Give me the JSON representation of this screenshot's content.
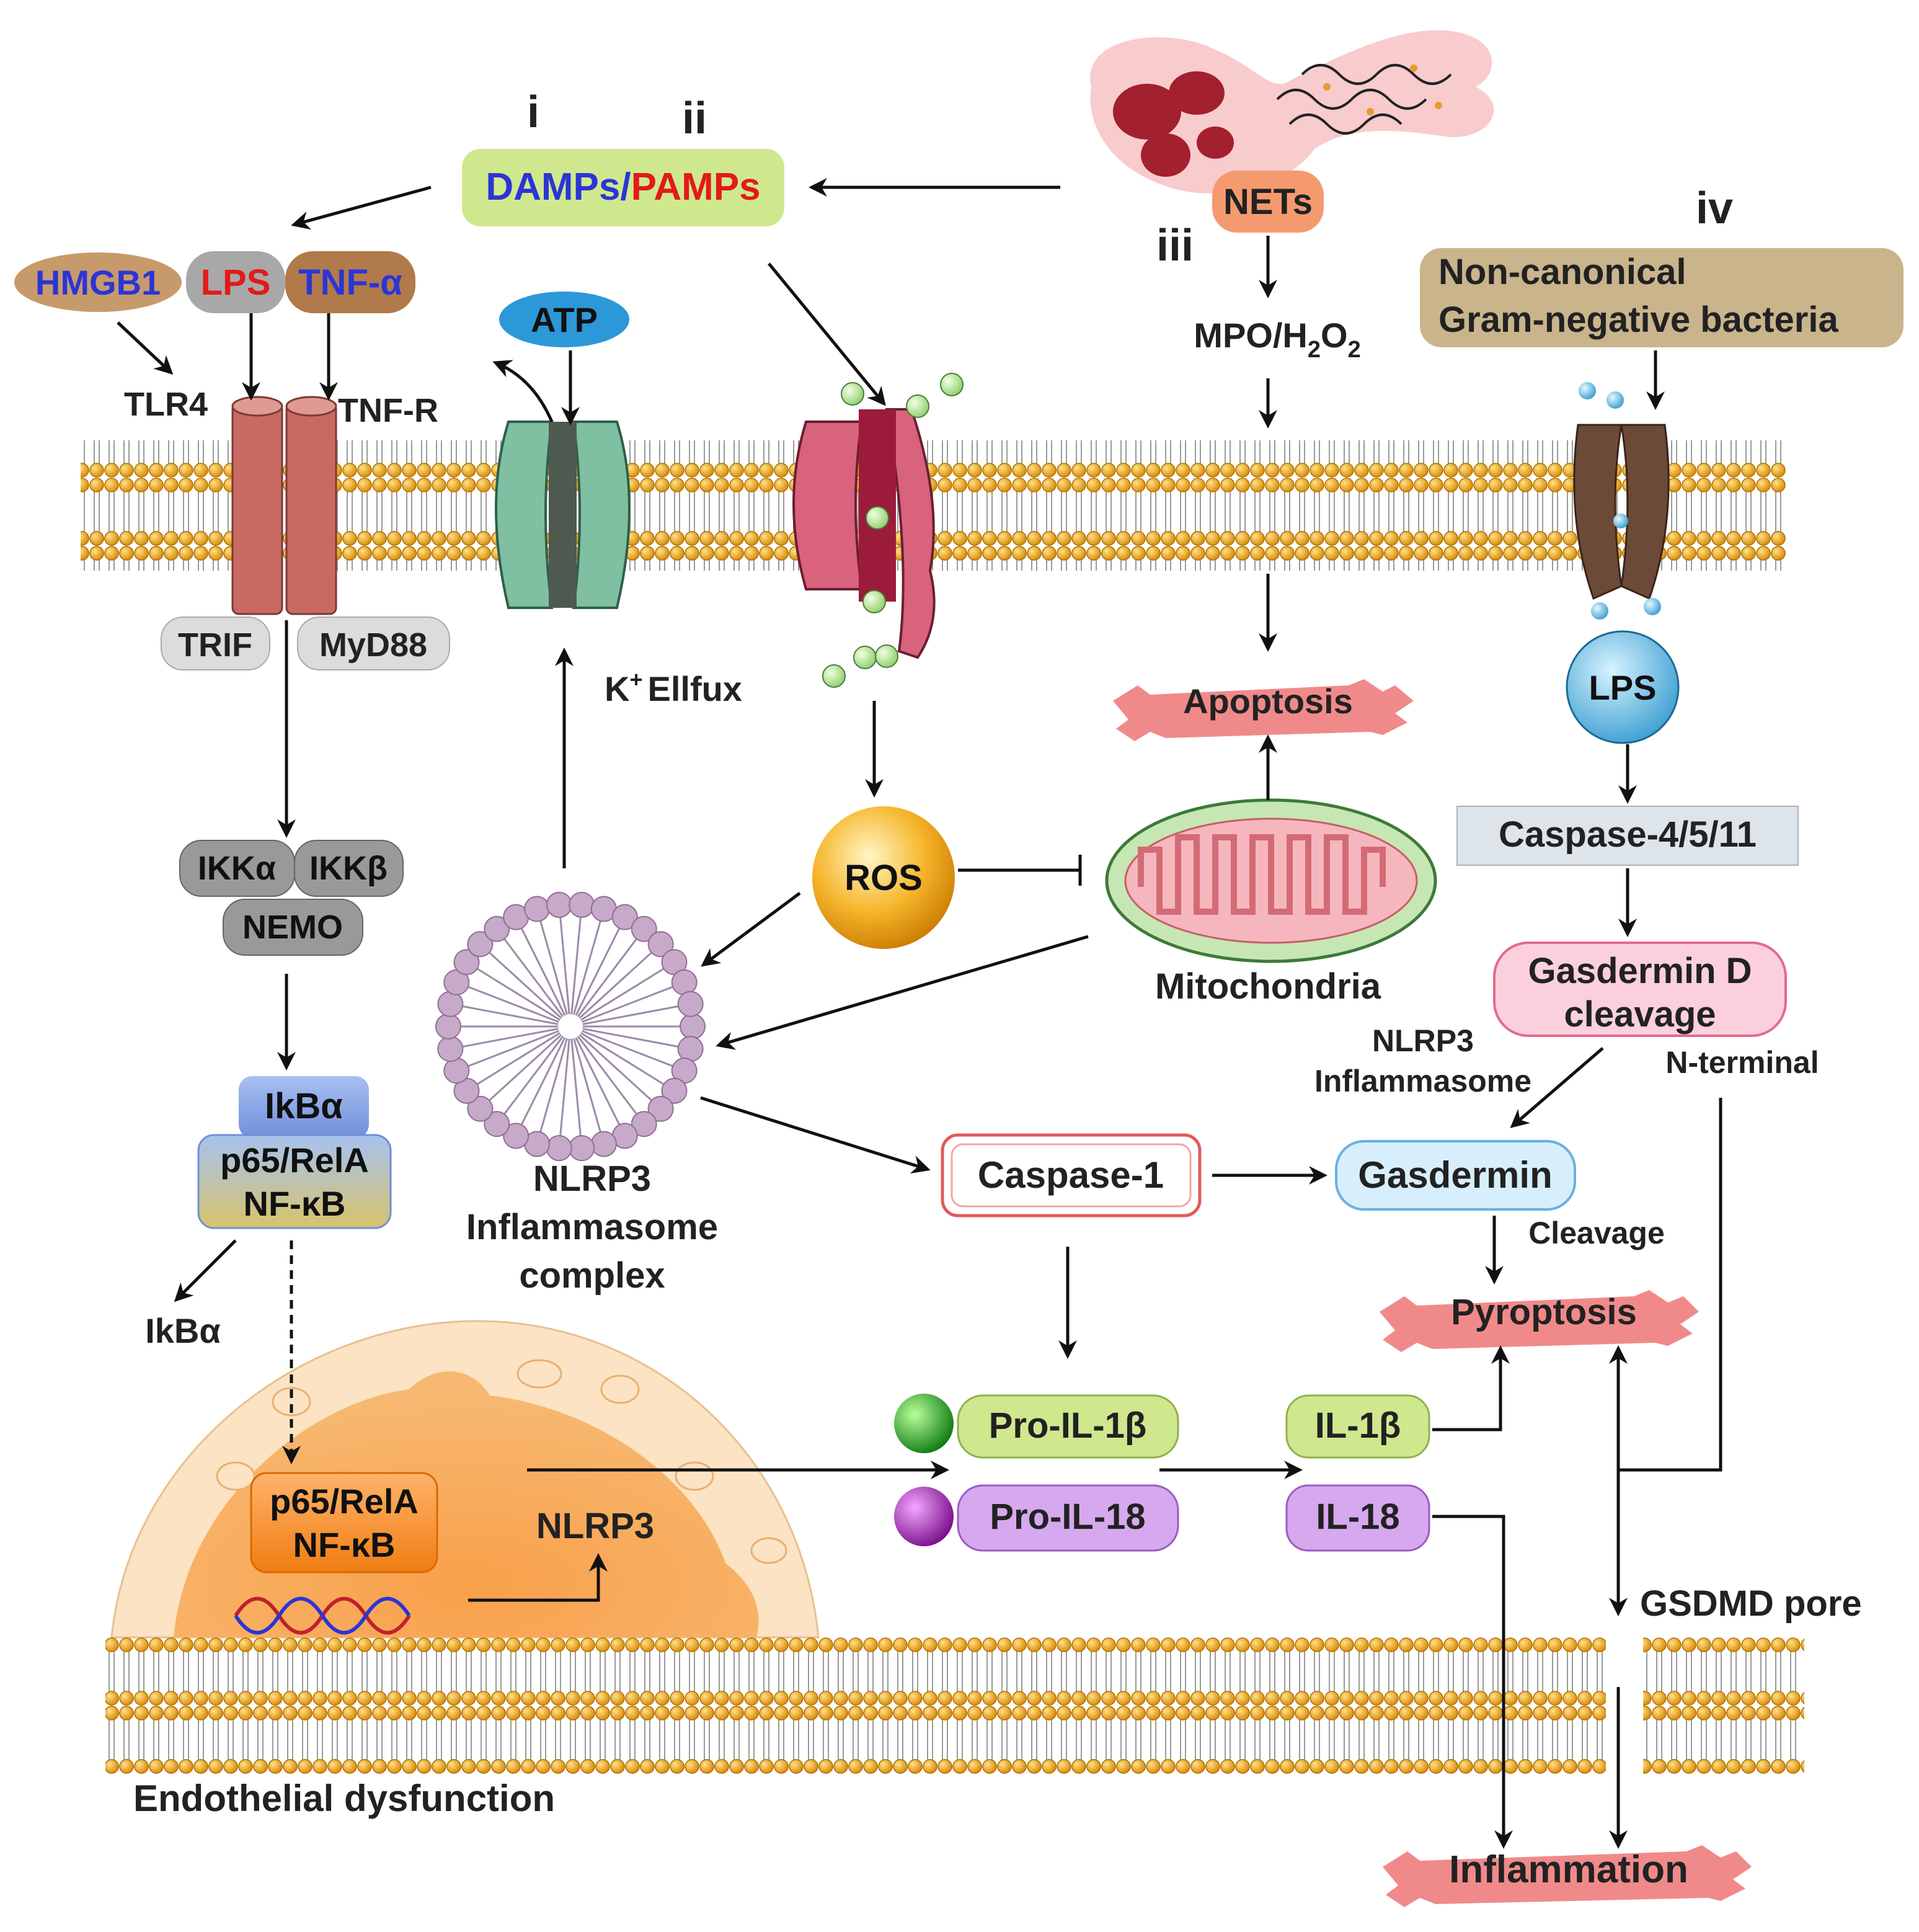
{
  "labels": {
    "roman_i": "i",
    "roman_ii": "ii",
    "roman_iii": "iii",
    "roman_iv": "iv",
    "damps": "DAMPs/",
    "pamps": "PAMPs",
    "nets": "NETs",
    "mpo": "MPO/H",
    "mpo_sub2": "2",
    "mpo_o": "O",
    "mpo_sub2b": "2",
    "noncanonical_line1": "Non-canonical",
    "noncanonical_line2": "Gram-negative bacteria",
    "hmgb1": "HMGB1",
    "lps_top": "LPS",
    "tnfa": "TNF-α",
    "tlr4": "TLR4",
    "tnfr": "TNF-R",
    "atp": "ATP",
    "trif": "TRIF",
    "myd88": "MyD88",
    "k_efflux": "Ellfux",
    "k_symbol": "K",
    "k_sup": "+",
    "apoptosis": "Apoptosis",
    "lps_right": "LPS",
    "caspase_4511": "Caspase-4/5/11",
    "ikka": "IKKα",
    "ikkb": "IKKβ",
    "nemo": "NEMO",
    "ros": "ROS",
    "mitochondria": "Mitochondria",
    "gsdmd_line1": "Gasdermin D",
    "gsdmd_line2": "cleavage",
    "nlrp3_infl_line1": "NLRP3",
    "nlrp3_infl_line2": "Inflammasome",
    "n_terminal": "N-terminal",
    "ikba_box": "IkBα",
    "p65_box_line1": "p65/RelA",
    "p65_box_line2": "NF-κB",
    "ikba_free": "IkBα",
    "nlrp3_complex_line1": "NLRP3",
    "nlrp3_complex_line2": "Inflammasome",
    "nlrp3_complex_line3": "complex",
    "caspase1": "Caspase-1",
    "gasdermin": "Gasdermin",
    "cleavage": "Cleavage",
    "pyroptosis": "Pyroptosis",
    "pro_il1b": "Pro-IL-1β",
    "pro_il18": "Pro-IL-18",
    "il1b": "IL-1β",
    "il18": "IL-18",
    "nucleus_p65_line1": "p65/RelA",
    "nucleus_p65_line2": "NF-κB",
    "nucleus_nlrp3": "NLRP3",
    "gsdmd_pore": "GSDMD pore",
    "endothelial": "Endothelial dysfunction",
    "inflammation": "Inflammation"
  },
  "colors": {
    "damps_blue": "#2b35d6",
    "pamps_red": "#e21a1a",
    "lipid_head": "#f2a514",
    "green_box": "#cfe88e",
    "tan_box": "#c9b48c",
    "red_burst": "#f08a8a",
    "receptor_red": "#c86a62",
    "channel_green": "#7fbfa2",
    "pore_brown": "#6b4a38"
  }
}
